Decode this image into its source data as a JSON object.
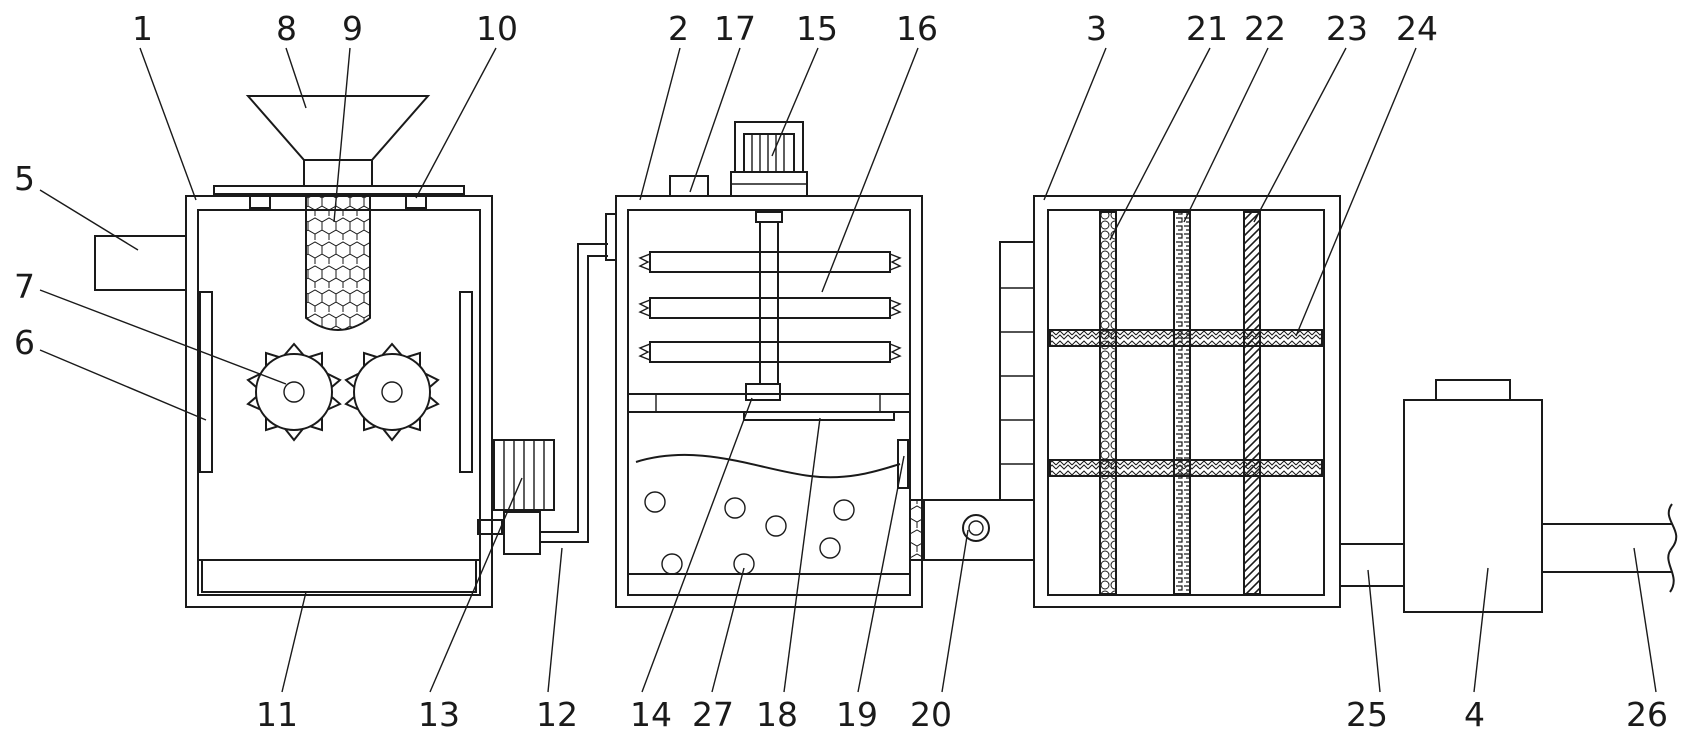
{
  "labels": {
    "l1": "1",
    "l2": "2",
    "l3": "3",
    "l4": "4",
    "l5": "5",
    "l6": "6",
    "l7": "7",
    "l8": "8",
    "l9": "9",
    "l10": "10",
    "l11": "11",
    "l12": "12",
    "l13": "13",
    "l14": "14",
    "l15": "15",
    "l16": "16",
    "l17": "17",
    "l18": "18",
    "l19": "19",
    "l20": "20",
    "l21": "21",
    "l22": "22",
    "l23": "23",
    "l24": "24",
    "l25": "25",
    "l26": "26",
    "l27": "27"
  },
  "colors": {
    "line": "#1a1a1a",
    "background": "#ffffff"
  }
}
